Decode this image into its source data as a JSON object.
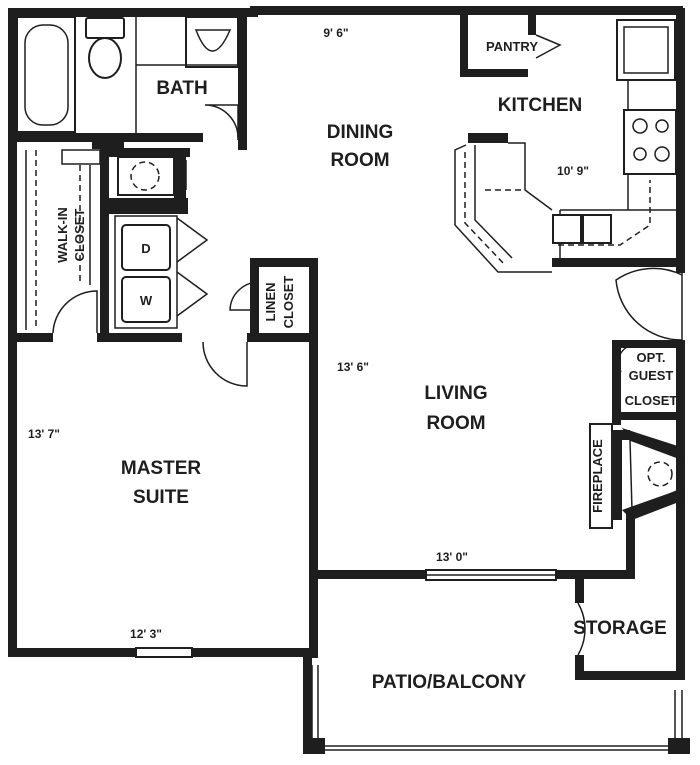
{
  "rooms": {
    "bath": "BATH",
    "dining_1": "DINING",
    "dining_2": "ROOM",
    "kitchen": "KITCHEN",
    "pantry": "PANTRY",
    "walkin_1": "WALK-IN",
    "walkin_2": "CLOSET",
    "linen_1": "LINEN",
    "linen_2": "CLOSET",
    "living_1": "LIVING",
    "living_2": "ROOM",
    "master_1": "MASTER",
    "master_2": "SUITE",
    "opt_1": "OPT.",
    "opt_2": "GUEST",
    "opt_closet": "CLOSET",
    "fireplace": "FIREPLACE",
    "storage": "STORAGE",
    "patio": "PATIO/BALCONY",
    "dryer": "D",
    "washer": "W"
  },
  "dimensions": {
    "dining": "9' 6\"",
    "kitchen": "10' 9\"",
    "living_side": "13' 6\"",
    "living_bottom": "13' 0\"",
    "master_side": "13' 7\"",
    "master_bottom": "12' 3\""
  }
}
